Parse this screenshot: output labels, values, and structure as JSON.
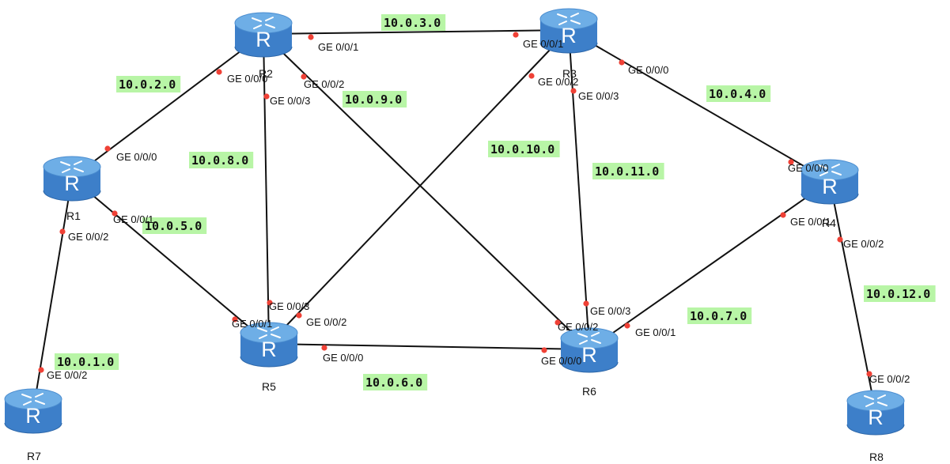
{
  "colors": {
    "link": "#111111",
    "port_dot": "#ef4136",
    "network_label_bg": "#b8f5a6",
    "router_body": "#3d7fc9",
    "router_top": "#6eaee6",
    "router_letter": "#ffffff"
  },
  "router_icon": "router-cylinder-icon",
  "router_letter": "R",
  "routers": [
    {
      "id": "R1",
      "label": "R1"
    },
    {
      "id": "R2",
      "label": "R2"
    },
    {
      "id": "R3",
      "label": "R3"
    },
    {
      "id": "R4",
      "label": "R4"
    },
    {
      "id": "R5",
      "label": "R5"
    },
    {
      "id": "R6",
      "label": "R6"
    },
    {
      "id": "R7",
      "label": "R7"
    },
    {
      "id": "R8",
      "label": "R8"
    }
  ],
  "links": [
    {
      "from": "R7",
      "from_port": "GE 0/0/2",
      "to": "R1",
      "to_port": "GE 0/0/2",
      "network": "10.0.1.0"
    },
    {
      "from": "R1",
      "from_port": "GE 0/0/0",
      "to": "R2",
      "to_port": "GE 0/0/0",
      "network": "10.0.2.0"
    },
    {
      "from": "R2",
      "from_port": "GE 0/0/1",
      "to": "R3",
      "to_port": "GE 0/0/1",
      "network": "10.0.3.0"
    },
    {
      "from": "R3",
      "from_port": "GE 0/0/0",
      "to": "R4",
      "to_port": "GE 0/0/0",
      "network": "10.0.4.0"
    },
    {
      "from": "R1",
      "from_port": "GE 0/0/1",
      "to": "R5",
      "to_port": "GE 0/0/1",
      "network": "10.0.5.0"
    },
    {
      "from": "R5",
      "from_port": "GE 0/0/0",
      "to": "R6",
      "to_port": "GE 0/0/0",
      "network": "10.0.6.0"
    },
    {
      "from": "R6",
      "from_port": "GE 0/0/1",
      "to": "R4",
      "to_port": "GE 0/0/1",
      "network": "10.0.7.0"
    },
    {
      "from": "R2",
      "from_port": "GE 0/0/3",
      "to": "R5",
      "to_port": "GE 0/0/3",
      "network": "10.0.8.0"
    },
    {
      "from": "R2",
      "from_port": "GE 0/0/2",
      "to": "R6",
      "to_port": "GE 0/0/2",
      "network": "10.0.9.0"
    },
    {
      "from": "R3",
      "from_port": "GE 0/0/2",
      "to": "R5",
      "to_port": "GE 0/0/2",
      "network": "10.0.10.0"
    },
    {
      "from": "R3",
      "from_port": "GE 0/0/3",
      "to": "R6",
      "to_port": "GE 0/0/3",
      "network": "10.0.11.0"
    },
    {
      "from": "R4",
      "from_port": "GE 0/0/2",
      "to": "R8",
      "to_port": "GE 0/0/2",
      "network": "10.0.12.0"
    }
  ]
}
